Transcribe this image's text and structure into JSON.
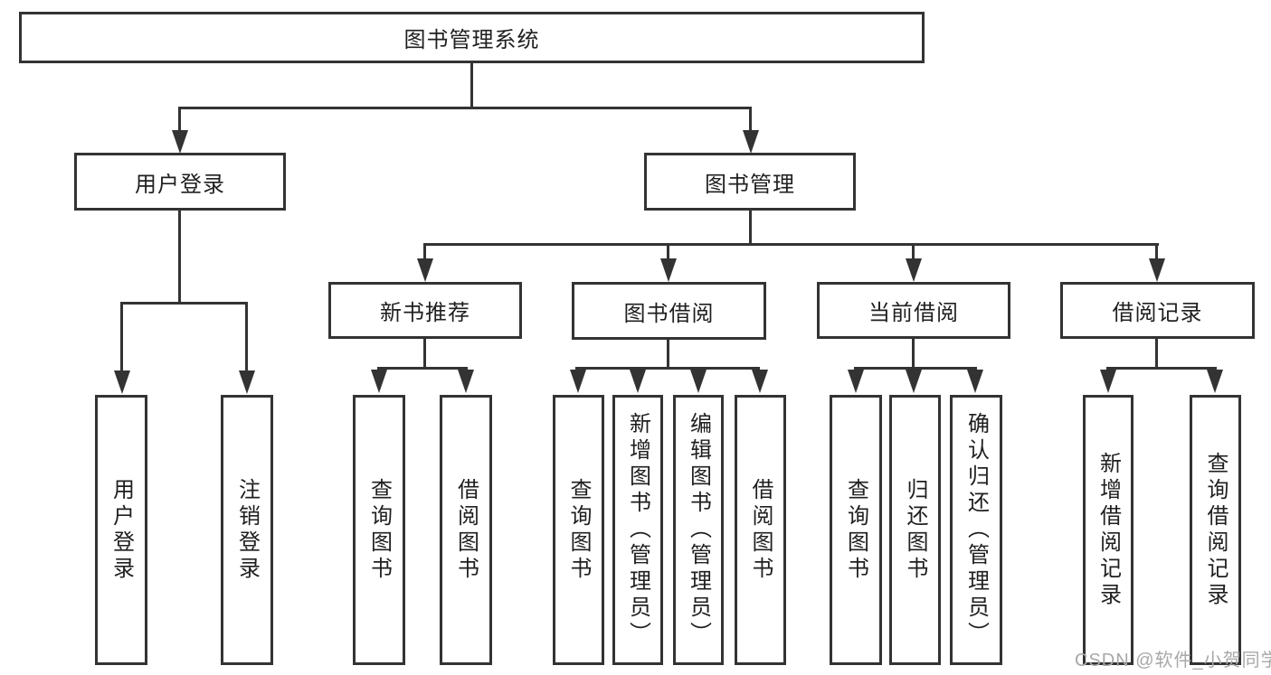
{
  "diagram": {
    "root": {
      "label": "图书管理系统"
    },
    "level2": [
      {
        "label": "用户登录"
      },
      {
        "label": "图书管理"
      }
    ],
    "level3": [
      {
        "label": "新书推荐"
      },
      {
        "label": "图书借阅"
      },
      {
        "label": "当前借阅"
      },
      {
        "label": "借阅记录"
      }
    ],
    "leaves": [
      {
        "label": "用户登录"
      },
      {
        "label": "注销登录"
      },
      {
        "label": "查询图书"
      },
      {
        "label": "借阅图书"
      },
      {
        "label": "查询图书"
      },
      {
        "label": "新增图书（管理员）"
      },
      {
        "label": "编辑图书（管理员）"
      },
      {
        "label": "借阅图书"
      },
      {
        "label": "查询图书"
      },
      {
        "label": "归还图书"
      },
      {
        "label": "确认归还（管理员）"
      },
      {
        "label": "新增借阅记录"
      },
      {
        "label": "查询借阅记录"
      }
    ],
    "watermark": "CSDN @软件_小贺同学",
    "colors": {
      "line": "#333333",
      "text": "#1f1f1f",
      "watermark": "#a8a8a8",
      "background": "#ffffff"
    }
  }
}
